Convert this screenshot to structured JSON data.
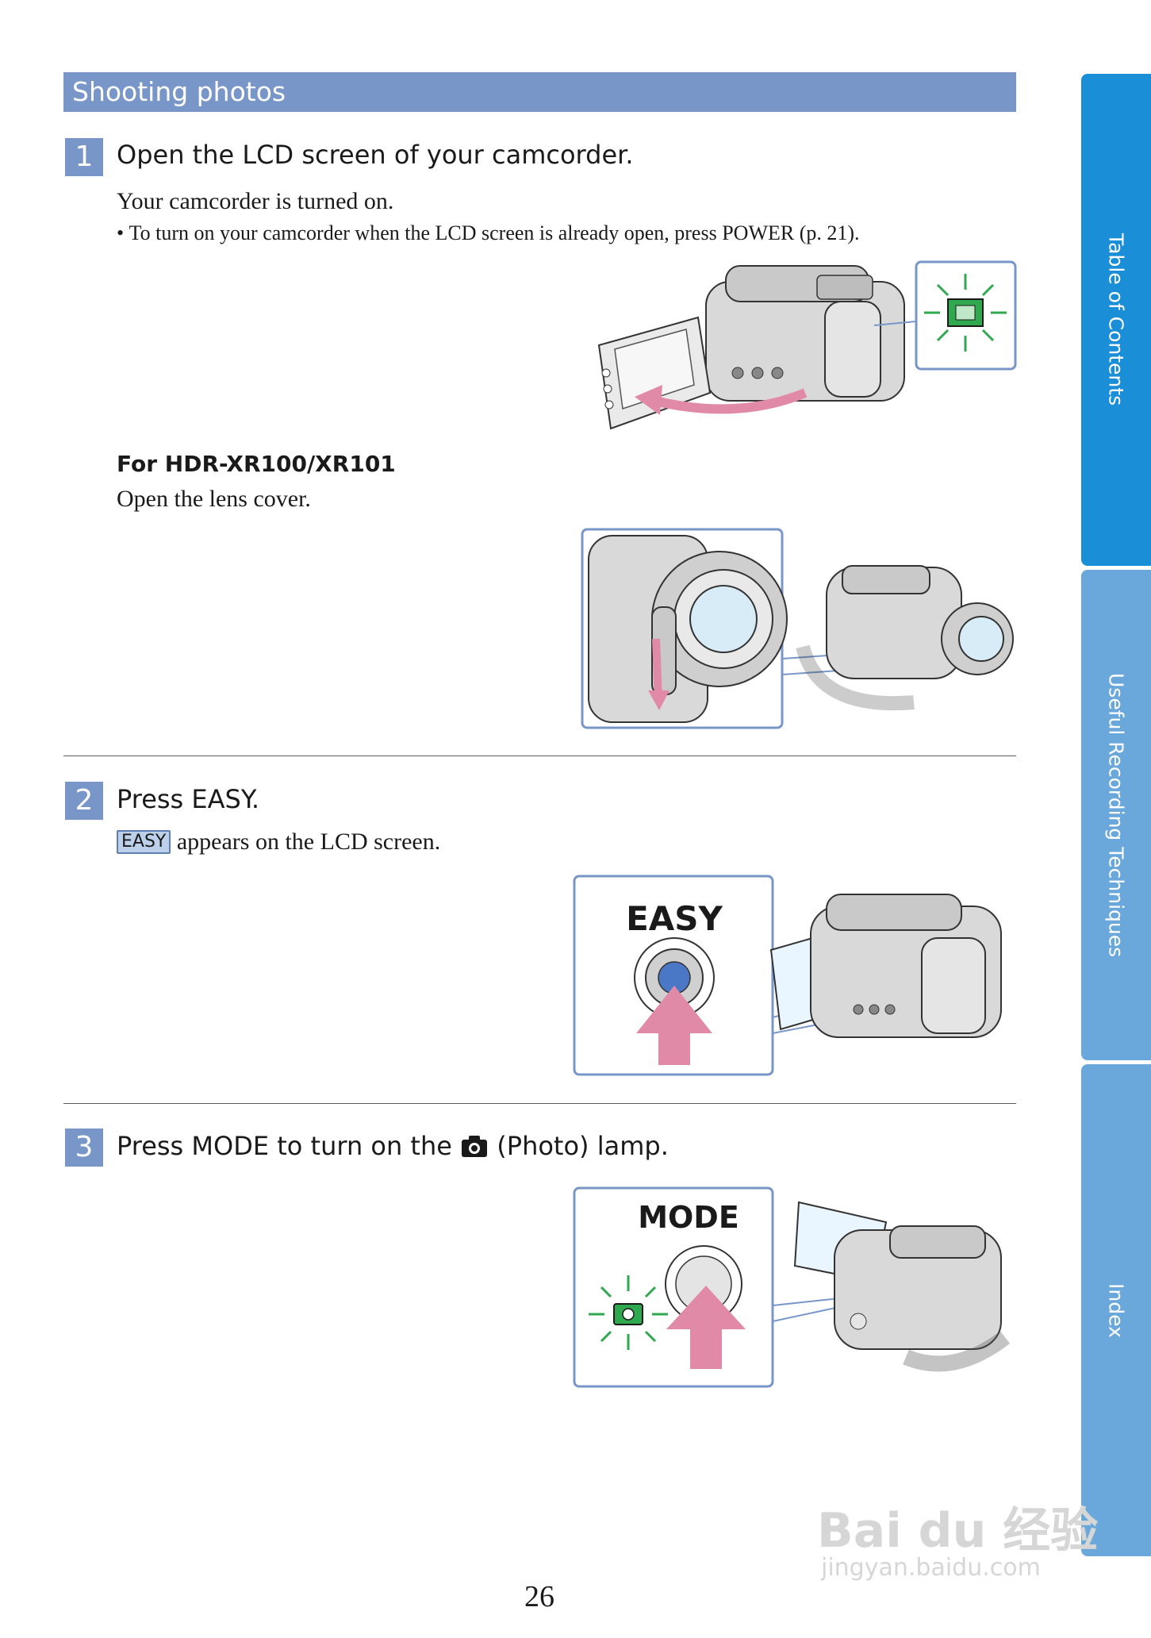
{
  "section": {
    "title": "Shooting photos"
  },
  "steps": [
    {
      "number": "1",
      "title": "Open the LCD screen of your camcorder.",
      "body": "Your camcorder is turned on.",
      "bullet": "To turn on your camcorder when the LCD screen is already open, press POWER (p. 21).",
      "sub_heading": "For HDR-XR100/XR101",
      "sub_body": "Open the lens cover."
    },
    {
      "number": "2",
      "title": "Press EASY.",
      "chip": "EASY",
      "body": "appears on the LCD screen.",
      "illustration_label": "EASY"
    },
    {
      "number": "3",
      "title_before": "Press MODE to turn on the",
      "title_after": "(Photo) lamp.",
      "illustration_label": "MODE"
    }
  ],
  "sidebar": {
    "tabs": [
      {
        "label": "Table of Contents"
      },
      {
        "label": "Useful Recording Techniques"
      },
      {
        "label": "Index"
      }
    ]
  },
  "page_number": "26",
  "watermark": {
    "brand": "Bai du 经验",
    "url": "jingyan.baidu.com"
  },
  "colors": {
    "header_bar": "#7897c8",
    "tab_dark": "#1a8ed6",
    "tab_light": "#6aa8dc",
    "arrow_pink": "#e08aa8",
    "lamp_green": "#2fa84f"
  }
}
